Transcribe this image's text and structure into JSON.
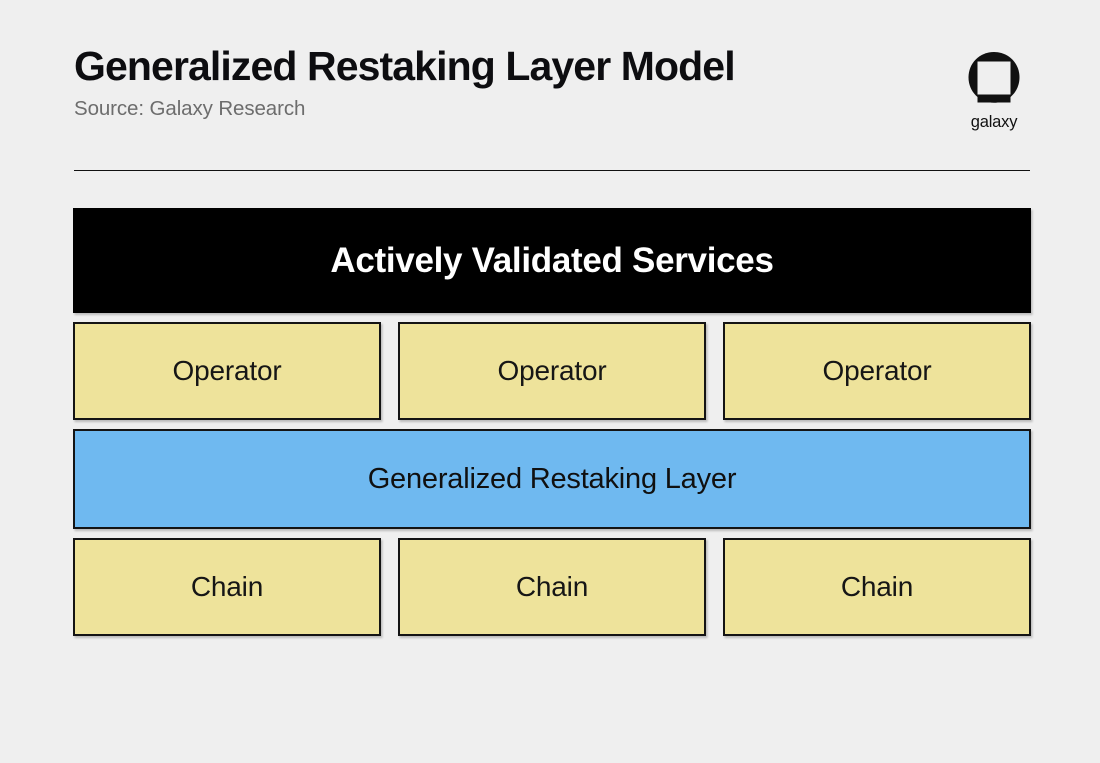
{
  "header": {
    "title": "Generalized Restaking Layer Model",
    "subtitle": "Source: Galaxy Research"
  },
  "brand": {
    "wordmark": "galaxy",
    "mark_icon": "galaxy-logo-icon"
  },
  "diagram": {
    "type": "layered-block-diagram",
    "rows": [
      {
        "id": "avs",
        "layout": "full-width",
        "nodes": [
          {
            "label": "Actively Validated Services",
            "fill": "#000000",
            "text_color": "#ffffff"
          }
        ]
      },
      {
        "id": "operators",
        "layout": "three-column",
        "nodes": [
          {
            "label": "Operator",
            "fill": "#eee39b",
            "text_color": "#161616"
          },
          {
            "label": "Operator",
            "fill": "#eee39b",
            "text_color": "#161616"
          },
          {
            "label": "Operator",
            "fill": "#eee39b",
            "text_color": "#161616"
          }
        ]
      },
      {
        "id": "restaking-layer",
        "layout": "full-width",
        "nodes": [
          {
            "label": "Generalized Restaking Layer",
            "fill": "#6fb9f0",
            "text_color": "#101010"
          }
        ]
      },
      {
        "id": "chains",
        "layout": "three-column",
        "nodes": [
          {
            "label": "Chain",
            "fill": "#eee39b",
            "text_color": "#161616"
          },
          {
            "label": "Chain",
            "fill": "#eee39b",
            "text_color": "#161616"
          },
          {
            "label": "Chain",
            "fill": "#eee39b",
            "text_color": "#161616"
          }
        ]
      }
    ]
  },
  "colors": {
    "background": "#efefef",
    "accent_yellow": "#eee39b",
    "accent_blue": "#6fb9f0",
    "black": "#000000",
    "title_text": "#0d0d10",
    "subtitle_text": "#6d6d6d"
  }
}
